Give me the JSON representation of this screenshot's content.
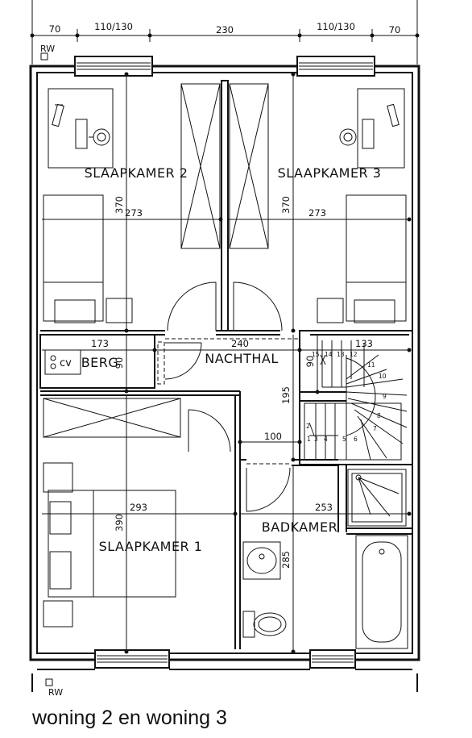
{
  "caption": "woning 2 en woning 3",
  "rooms": {
    "slaapkamer2": "SLAAPKAMER 2",
    "slaapkamer3": "SLAAPKAMER 3",
    "slaapkamer1": "SLAAPKAMER 1",
    "nachthal": "NACHTHAL",
    "berg": "BERG",
    "badkamer": "BADKAMER",
    "cv": "cv"
  },
  "rw_top": "RW",
  "rw_bottom": "RW",
  "dimensions": {
    "top": [
      "70",
      "110/130",
      "230",
      "110/130",
      "70"
    ],
    "sk2_width": "273",
    "sk2_height": "370",
    "sk3_width": "273",
    "sk3_height": "370",
    "berg_width": "173",
    "berg_height": "90",
    "hall_width": "240",
    "hall_height": "195",
    "hall_lower_width": "100",
    "stair_width": "133",
    "stair_height": "90",
    "sk1_width": "293",
    "sk1_height": "390",
    "bath_width": "253",
    "bath_height": "285"
  },
  "stair_steps": [
    "1",
    "2",
    "3",
    "4",
    "5",
    "6",
    "7",
    "8",
    "9",
    "10",
    "11",
    "12",
    "13",
    "14",
    "15"
  ]
}
